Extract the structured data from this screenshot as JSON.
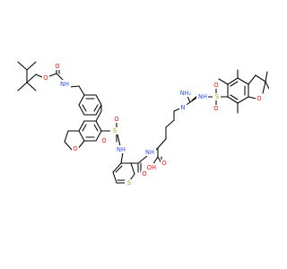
{
  "colors": {
    "carbon": "#000000",
    "oxygen": "#ff0d0d",
    "nitrogen": "#3050f8",
    "sulfur": "#b5a000",
    "background": "#ffffff"
  },
  "atom_labels": {
    "boc_o_carbonyl": "O",
    "boc_o_ester": "O",
    "carbamate_nh": "NH",
    "sulfonyl_o1": "O",
    "sulfonyl_s": "S",
    "sulfonyl_o2": "O",
    "dihydrofuran_o": "O",
    "sulfonamide_nh": "NH",
    "thiophene_s": "S",
    "amide_o": "O",
    "amide_nh": "NH",
    "acid_o": "O",
    "acid_oh": "OH",
    "guanidine_nh2": "NH₂",
    "guanidine_nh": "NH",
    "guanidine_n": "N",
    "pbf_s": "S",
    "pbf_o1": "O",
    "pbf_o2": "O",
    "pbf_ring_o": "O"
  }
}
